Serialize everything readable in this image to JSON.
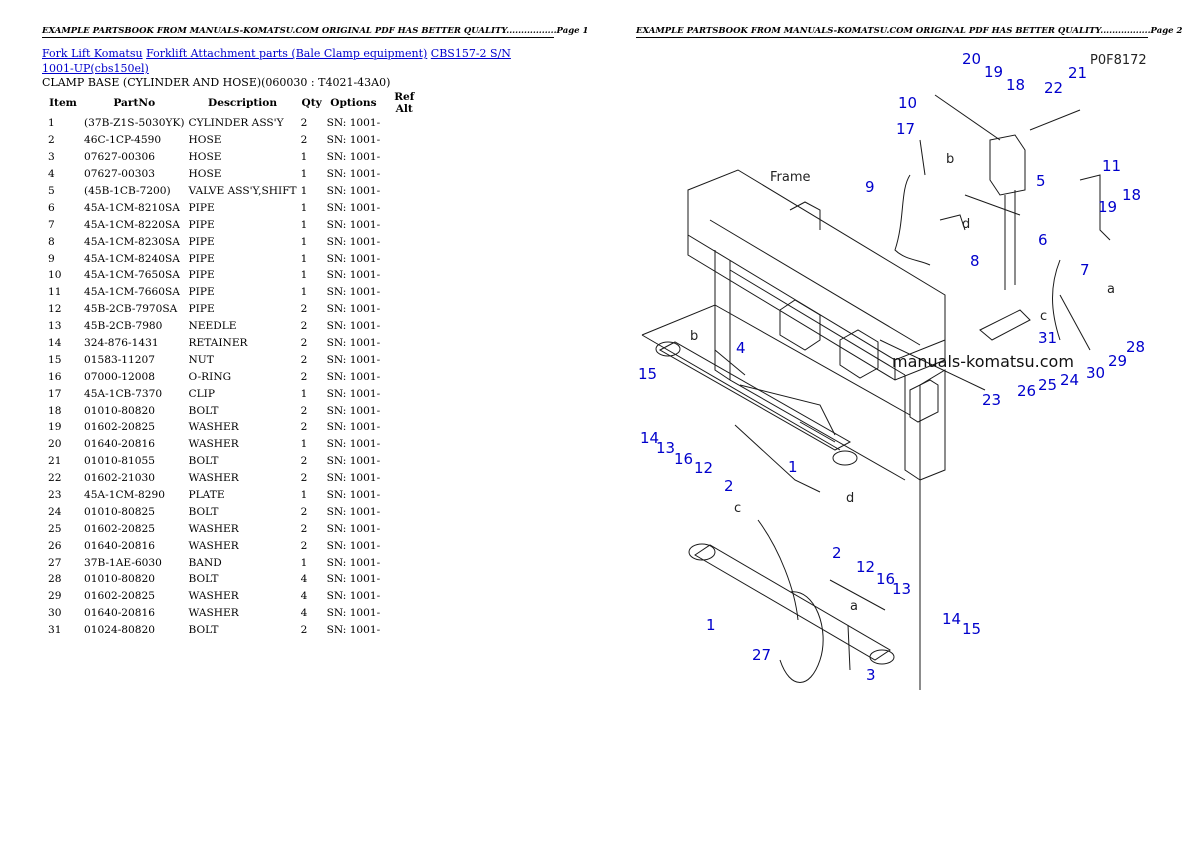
{
  "header": {
    "page1": "EXAMPLE PARTSBOOK FROM MANUALS-KOMATSU.COM ORIGINAL PDF HAS BETTER QUALITY.................Page 1",
    "page2": "EXAMPLE PARTSBOOK FROM MANUALS-KOMATSU.COM ORIGINAL PDF HAS BETTER QUALITY.................Page 2"
  },
  "breadcrumb": {
    "link1": "Fork Lift Komatsu",
    "link2": "Forklift Attachment parts (Bale Clamp equipment)",
    "link3": "CBS157-2 S/N 1001-UP(cbs150el)"
  },
  "subtitle": "CLAMP BASE (CYLINDER AND HOSE)(060030 : T4021-43A0)",
  "table": {
    "columns": [
      "Item",
      "PartNo",
      "Description",
      "Qty",
      "Options",
      "Ref Alt"
    ],
    "rows": [
      [
        "1",
        "(37B-Z1S-5030YK)",
        "CYLINDER ASS'Y",
        "2",
        "SN: 1001-",
        ""
      ],
      [
        "2",
        "46C-1CP-4590",
        "HOSE",
        "2",
        "SN: 1001-",
        ""
      ],
      [
        "3",
        "07627-00306",
        "HOSE",
        "1",
        "SN: 1001-",
        ""
      ],
      [
        "4",
        "07627-00303",
        "HOSE",
        "1",
        "SN: 1001-",
        ""
      ],
      [
        "5",
        "(45B-1CB-7200)",
        "VALVE ASS'Y,SHIFT",
        "1",
        "SN: 1001-",
        ""
      ],
      [
        "6",
        "45A-1CM-8210SA",
        "PIPE",
        "1",
        "SN: 1001-",
        ""
      ],
      [
        "7",
        "45A-1CM-8220SA",
        "PIPE",
        "1",
        "SN: 1001-",
        ""
      ],
      [
        "8",
        "45A-1CM-8230SA",
        "PIPE",
        "1",
        "SN: 1001-",
        ""
      ],
      [
        "9",
        "45A-1CM-8240SA",
        "PIPE",
        "1",
        "SN: 1001-",
        ""
      ],
      [
        "10",
        "45A-1CM-7650SA",
        "PIPE",
        "1",
        "SN: 1001-",
        ""
      ],
      [
        "11",
        "45A-1CM-7660SA",
        "PIPE",
        "1",
        "SN: 1001-",
        ""
      ],
      [
        "12",
        "45B-2CB-7970SA",
        "PIPE",
        "2",
        "SN: 1001-",
        ""
      ],
      [
        "13",
        "45B-2CB-7980",
        "NEEDLE",
        "2",
        "SN: 1001-",
        ""
      ],
      [
        "14",
        "324-876-1431",
        "RETAINER",
        "2",
        "SN: 1001-",
        ""
      ],
      [
        "15",
        "01583-11207",
        "NUT",
        "2",
        "SN: 1001-",
        ""
      ],
      [
        "16",
        "07000-12008",
        "O-RING",
        "2",
        "SN: 1001-",
        ""
      ],
      [
        "17",
        "45A-1CB-7370",
        "CLIP",
        "1",
        "SN: 1001-",
        ""
      ],
      [
        "18",
        "01010-80820",
        "BOLT",
        "2",
        "SN: 1001-",
        ""
      ],
      [
        "19",
        "01602-20825",
        "WASHER",
        "2",
        "SN: 1001-",
        ""
      ],
      [
        "20",
        "01640-20816",
        "WASHER",
        "1",
        "SN: 1001-",
        ""
      ],
      [
        "21",
        "01010-81055",
        "BOLT",
        "2",
        "SN: 1001-",
        ""
      ],
      [
        "22",
        "01602-21030",
        "WASHER",
        "2",
        "SN: 1001-",
        ""
      ],
      [
        "23",
        "45A-1CM-8290",
        "PLATE",
        "1",
        "SN: 1001-",
        ""
      ],
      [
        "24",
        "01010-80825",
        "BOLT",
        "2",
        "SN: 1001-",
        ""
      ],
      [
        "25",
        "01602-20825",
        "WASHER",
        "2",
        "SN: 1001-",
        ""
      ],
      [
        "26",
        "01640-20816",
        "WASHER",
        "2",
        "SN: 1001-",
        ""
      ],
      [
        "27",
        "37B-1AE-6030",
        "BAND",
        "1",
        "SN: 1001-",
        ""
      ],
      [
        "28",
        "01010-80820",
        "BOLT",
        "4",
        "SN: 1001-",
        ""
      ],
      [
        "29",
        "01602-20825",
        "WASHER",
        "4",
        "SN: 1001-",
        ""
      ],
      [
        "30",
        "01640-20816",
        "WASHER",
        "4",
        "SN: 1001-",
        ""
      ],
      [
        "31",
        "01024-80820",
        "BOLT",
        "2",
        "SN: 1001-",
        ""
      ]
    ]
  },
  "diagram": {
    "code": "P0F8172",
    "watermark": "manuals-komatsu.com",
    "frame_label": "Frame",
    "callouts": [
      "1",
      "1",
      "2",
      "2",
      "3",
      "4",
      "5",
      "6",
      "7",
      "8",
      "9",
      "10",
      "11",
      "12",
      "12",
      "13",
      "13",
      "14",
      "14",
      "15",
      "15",
      "16",
      "16",
      "17",
      "18",
      "18",
      "19",
      "19",
      "20",
      "21",
      "22",
      "23",
      "24",
      "25",
      "26",
      "27",
      "28",
      "29",
      "30",
      "31"
    ],
    "letters": [
      "a",
      "a",
      "b",
      "b",
      "c",
      "c",
      "d",
      "d"
    ]
  },
  "colors": {
    "link": "#0000cc",
    "callout": "#0000cc"
  }
}
